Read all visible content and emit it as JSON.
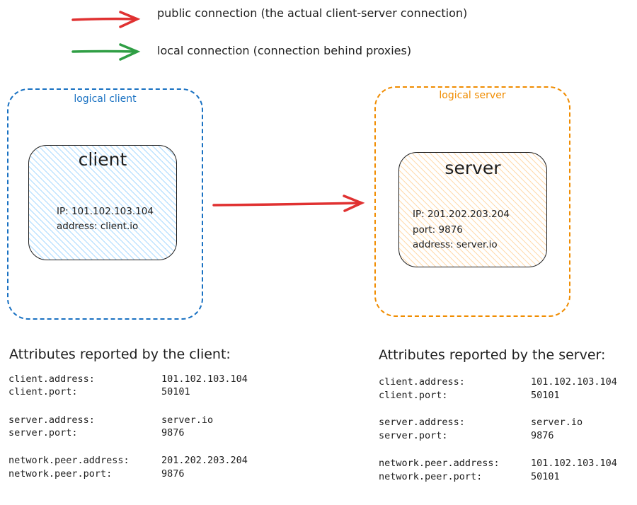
{
  "colors": {
    "public": "#e03131",
    "local": "#2f9e44",
    "client": "#1971c2",
    "server": "#f08c00",
    "client_fill": "#dbeefc",
    "server_fill": "#fff0dc"
  },
  "legend": [
    {
      "label": "public connection (the actual client-server connection)",
      "icon": "red-arrow"
    },
    {
      "label": "local connection (connection behind proxies)",
      "icon": "green-arrow"
    }
  ],
  "client_group": {
    "label": "logical client",
    "node": {
      "title": "client",
      "lines": [
        "IP: 101.102.103.104",
        "address: client.io"
      ]
    }
  },
  "server_group": {
    "label": "logical server",
    "node": {
      "title": "server",
      "lines": [
        "IP: 201.202.203.204",
        "port: 9876",
        "address: server.io"
      ]
    }
  },
  "client_attrs": {
    "title": "Attributes reported by the client:",
    "rows": [
      {
        "key": "client.address:",
        "value": "101.102.103.104"
      },
      {
        "key": "client.port:",
        "value": "50101"
      },
      {
        "key": "server.address:",
        "value": "server.io"
      },
      {
        "key": "server.port:",
        "value": "9876"
      },
      {
        "key": "network.peer.address:",
        "value": "201.202.203.204"
      },
      {
        "key": "network.peer.port:",
        "value": "9876"
      }
    ]
  },
  "server_attrs": {
    "title": "Attributes reported by the server:",
    "rows": [
      {
        "key": "client.address:",
        "value": "101.102.103.104"
      },
      {
        "key": "client.port:",
        "value": "50101"
      },
      {
        "key": "server.address:",
        "value": "server.io"
      },
      {
        "key": "server.port:",
        "value": "9876"
      },
      {
        "key": "network.peer.address:",
        "value": "101.102.103.104"
      },
      {
        "key": "network.peer.port:",
        "value": "50101"
      }
    ]
  }
}
